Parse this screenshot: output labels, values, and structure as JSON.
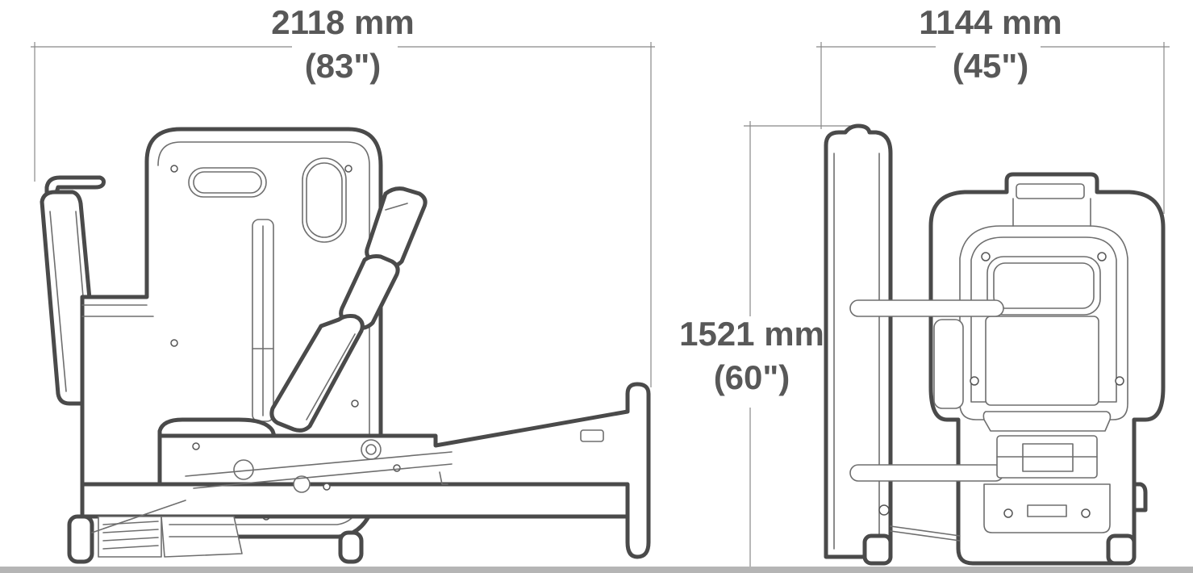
{
  "dimensions": {
    "length": {
      "metric": "2118 mm",
      "imperial": "(83\")"
    },
    "width": {
      "metric": "1144 mm",
      "imperial": "(45\")"
    },
    "height": {
      "metric": "1521 mm",
      "imperial": "(60\")"
    }
  },
  "colors": {
    "outline": "#4a4a4a",
    "detail": "#6e6e6e",
    "dimension_text": "#585858",
    "dimension_line": "#888888",
    "floor": "#b5b5b5"
  }
}
